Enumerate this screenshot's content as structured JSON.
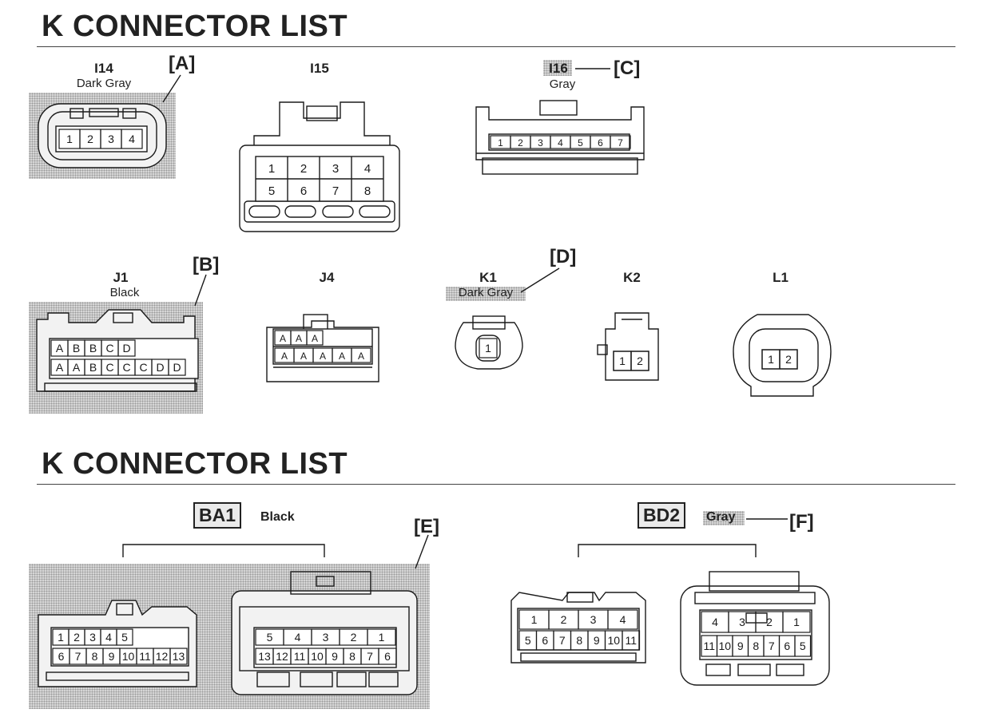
{
  "section_titles": [
    "K  CONNECTOR LIST",
    "K  CONNECTOR LIST"
  ],
  "callouts": {
    "a": "[A]",
    "b": "[B]",
    "c": "[C]",
    "d": "[D]",
    "e": "[E]",
    "f": "[F]"
  },
  "connectors": {
    "i14": {
      "name": "I14",
      "color": "Dark Gray",
      "pins": [
        "1",
        "2",
        "3",
        "4"
      ]
    },
    "i15": {
      "name": "I15",
      "pins": [
        "1",
        "2",
        "3",
        "4",
        "5",
        "6",
        "7",
        "8"
      ]
    },
    "i16": {
      "name": "I16",
      "color": "Gray",
      "pins": [
        "1",
        "2",
        "3",
        "4",
        "5",
        "6",
        "7"
      ]
    },
    "j1": {
      "name": "J1",
      "color": "Black",
      "top_pins": [
        "A",
        "B",
        "B",
        "C",
        "D"
      ],
      "bottom_pins": [
        "A",
        "A",
        "B",
        "C",
        "C",
        "C",
        "D",
        "D"
      ]
    },
    "j4": {
      "name": "J4",
      "top_pins": [
        "A",
        "A",
        "A"
      ],
      "bottom_pins": [
        "A",
        "A",
        "A",
        "A",
        "A"
      ]
    },
    "k1": {
      "name": "K1",
      "color": "Dark Gray",
      "pins": [
        "1"
      ]
    },
    "k2": {
      "name": "K2",
      "pins": [
        "1",
        "2"
      ]
    },
    "l1": {
      "name": "L1",
      "pins": [
        "1",
        "2"
      ]
    },
    "ba1": {
      "name": "BA1",
      "color": "Black",
      "left_top": [
        "1",
        "2",
        "3",
        "4",
        "5"
      ],
      "left_bottom": [
        "6",
        "7",
        "8",
        "9",
        "10",
        "11",
        "12",
        "13"
      ],
      "right_top": [
        "5",
        "4",
        "3",
        "2",
        "1"
      ],
      "right_bottom": [
        "13",
        "12",
        "11",
        "10",
        "9",
        "8",
        "7",
        "6"
      ]
    },
    "bd2": {
      "name": "BD2",
      "color": "Gray",
      "left_top": [
        "1",
        "2",
        "3",
        "4"
      ],
      "left_bottom": [
        "5",
        "6",
        "7",
        "8",
        "9",
        "10",
        "11"
      ],
      "right_top": [
        "4",
        "3",
        "2",
        "1"
      ],
      "right_bottom": [
        "11",
        "10",
        "9",
        "8",
        "7",
        "6",
        "5"
      ]
    }
  }
}
